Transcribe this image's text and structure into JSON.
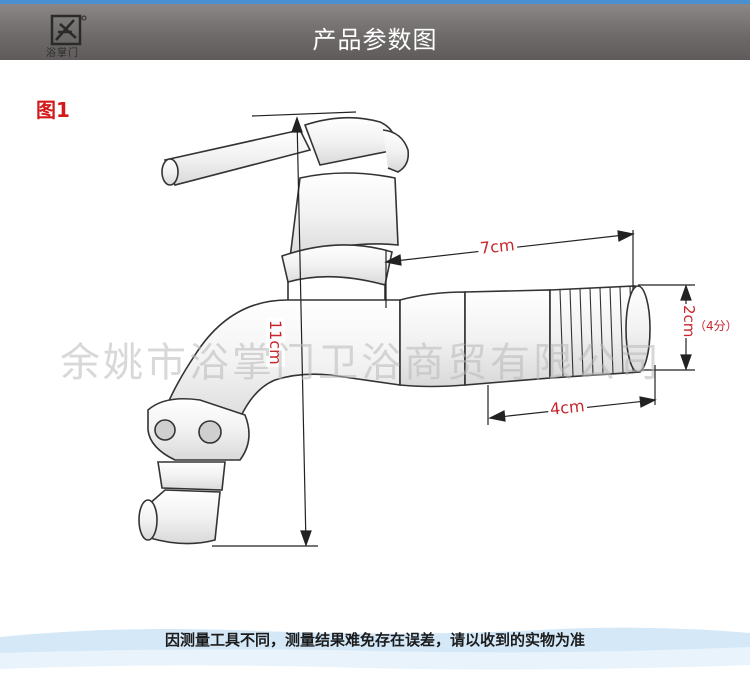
{
  "header": {
    "title": "产品参数图",
    "logo_text": "浴掌门"
  },
  "figure_label": "图1",
  "dimensions": {
    "height": "11cm",
    "body_length": "7cm",
    "thread_length": "4cm",
    "thread_diameter": "2cm",
    "thread_size": "（4分）"
  },
  "watermark": "余姚市浴掌门卫浴商贸有限公司",
  "footer_note": "因测量工具不同，测量结果难免存在误差，请以收到的实物为准",
  "colors": {
    "header_bg": "#6f6b6b",
    "accent_line": "#4a90d0",
    "label_red": "#d31a1a",
    "dim_text": "#c8262c"
  }
}
